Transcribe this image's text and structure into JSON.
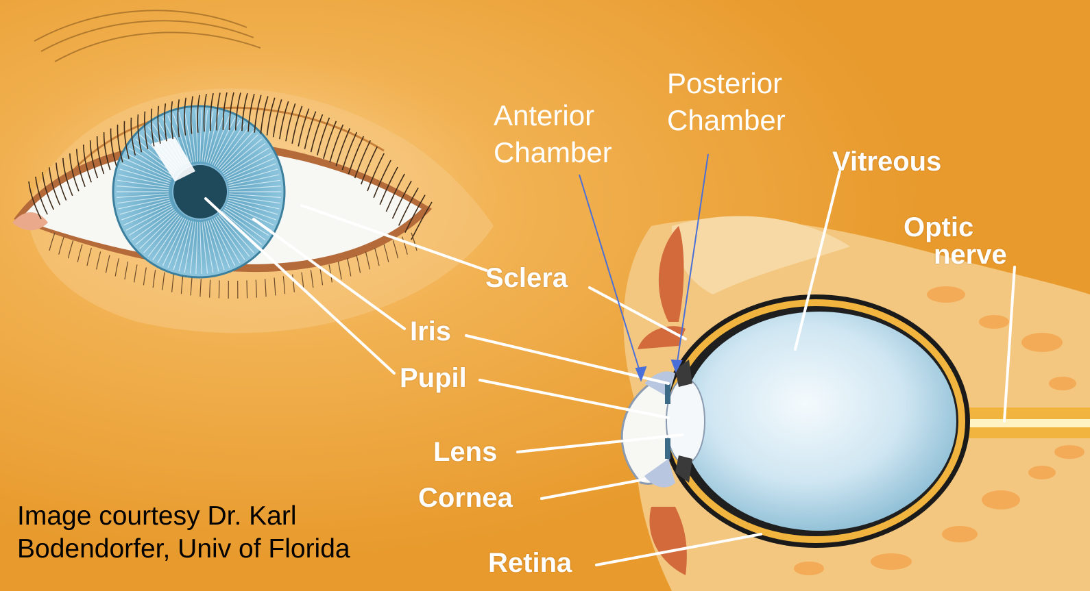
{
  "labels": {
    "anterior_chamber": [
      "Anterior",
      "Chamber"
    ],
    "posterior_chamber": [
      "Posterior",
      "Chamber"
    ],
    "vitreous": "Vitreous",
    "optic_nerve": [
      "Optic",
      "nerve"
    ],
    "sclera": "Sclera",
    "iris": "Iris",
    "pupil": "Pupil",
    "lens": "Lens",
    "cornea": "Cornea",
    "retina": "Retina"
  },
  "credit": [
    "Image courtesy Dr. Karl",
    "Bodendorfer, Univ of Florida"
  ],
  "colors": {
    "background": "#e89a2c",
    "leader_lines": "#ffffff",
    "chamber_pointers": "#4a6fd8",
    "iris_blue": "#7fb7d4",
    "vitreous_blue": "#cfe6f2",
    "sclera_white": "#f7f7f4"
  }
}
